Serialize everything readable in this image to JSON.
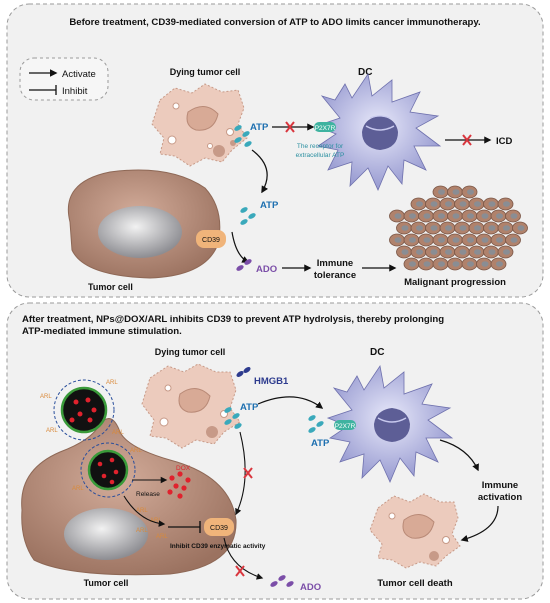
{
  "top_panel": {
    "title": "Before treatment, CD39-mediated conversion of ATP to ADO limits cancer immunotherapy.",
    "legend": {
      "activate": "Activate",
      "inhibit": "Inhibit"
    },
    "dying_cell": "Dying tumor cell",
    "dc": "DC",
    "atp_1": "ATP",
    "atp_2": "ATP",
    "p2x7r": "P2X7R",
    "receptor_note_1": "The receptor for",
    "receptor_note_2": "extracellular ATP",
    "icd": "ICD",
    "cd39": "CD39",
    "ado": "ADO",
    "tumor_cell": "Tumor cell",
    "immune_1": "Immune",
    "immune_2": "tolerance",
    "malignant": "Malignant progression"
  },
  "bottom_panel": {
    "title_1": "After treatment, NPs@DOX/ARL inhibits CD39 to prevent ATP hydrolysis, thereby prolonging",
    "title_2": "ATP-mediated immune stimulation.",
    "dying_cell": "Dying tumor cell",
    "dc": "DC",
    "hmgb1": "HMGB1",
    "atp_1": "ATP",
    "atp_2": "ATP",
    "p2x7r": "P2X7R",
    "arl": "ARL",
    "dox": "DOX",
    "release": "Release",
    "cd39": "CD39",
    "inhibit_note": "Inhibit CD39 enzymatic activity",
    "ado": "ADO",
    "tumor_cell": "Tumor cell",
    "immune_1": "Immune",
    "immune_2": "activation",
    "death": "Tumor cell death"
  },
  "colors": {
    "panel_bg": "#f1f1f1",
    "atp": "#35a7b9",
    "ado": "#7b4ea8",
    "dc": "#a7a9d6",
    "tumor": "#b58a76",
    "dying": "#e9c5b6",
    "cd39": "#f0b47a",
    "p2x7r": "#3fb3a0",
    "inhibit_x": "#d9363e",
    "dox": "#e0222d"
  }
}
